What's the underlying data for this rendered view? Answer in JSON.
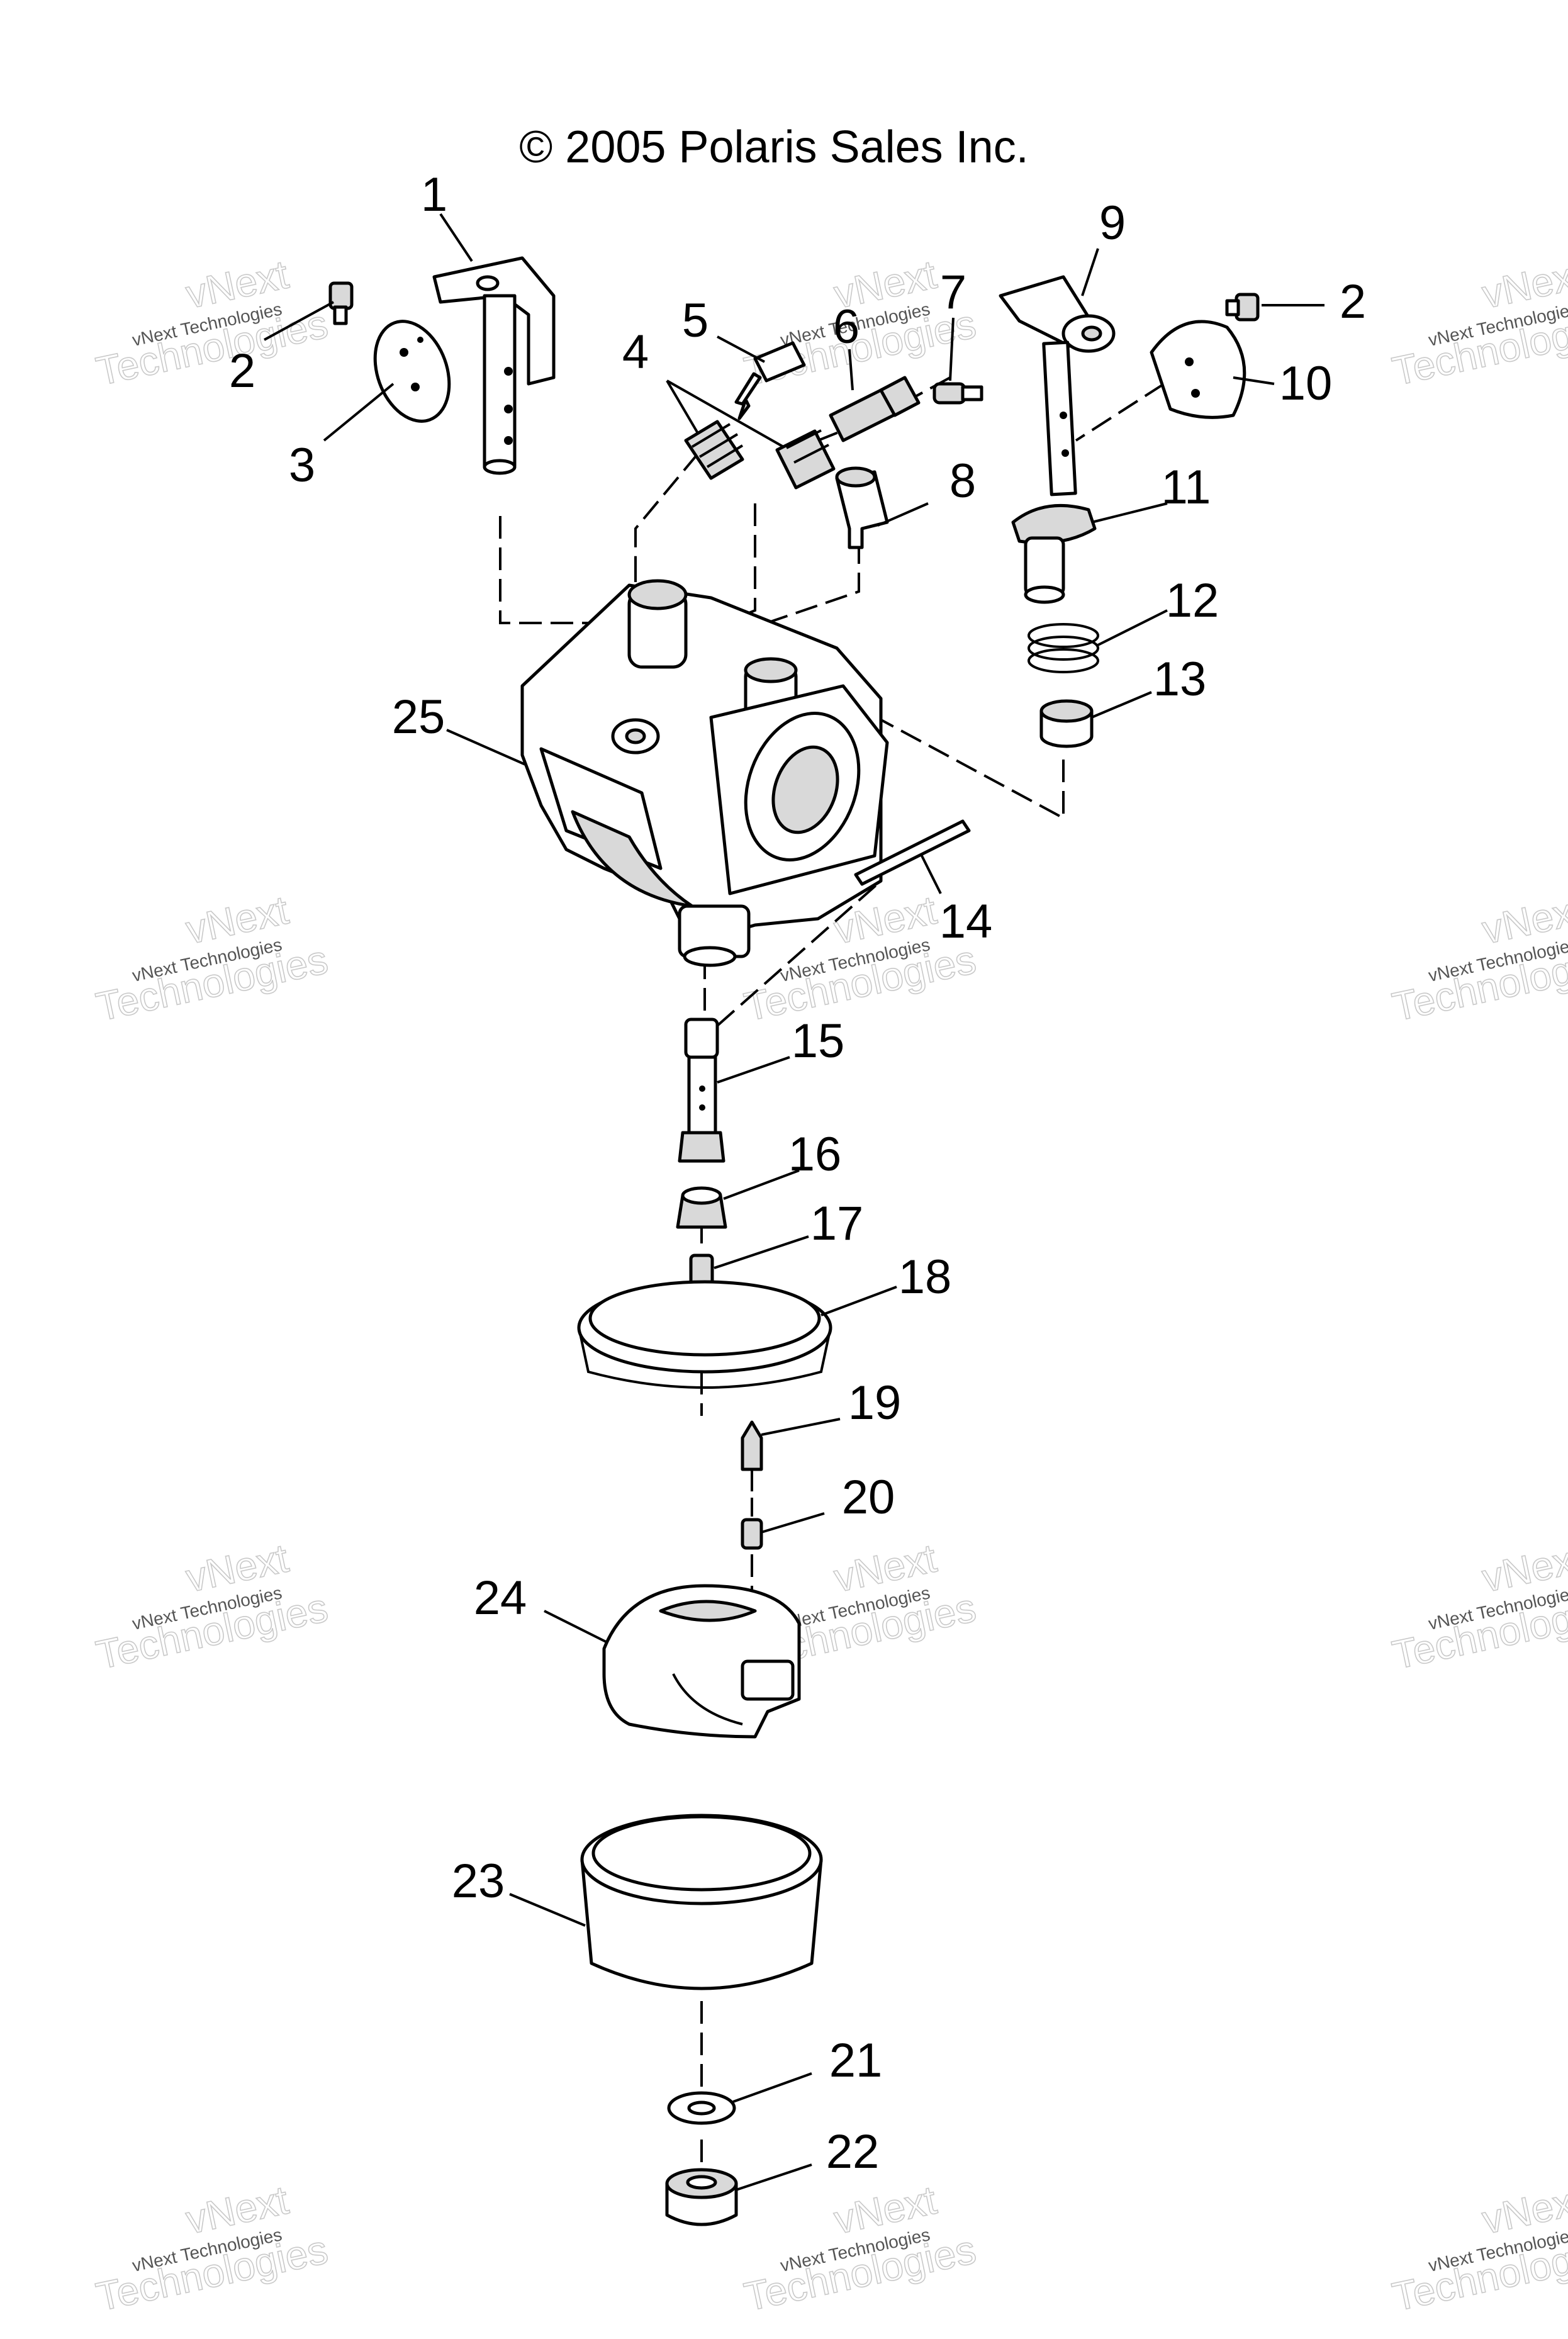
{
  "header": {
    "copyright": "© 2005 Polaris Sales Inc."
  },
  "watermark": {
    "brand_top": "vNext",
    "brand_bottom": "Technologies",
    "caption": "vNext Technologies"
  },
  "callouts": [
    "1",
    "2",
    "2",
    "3",
    "4",
    "5",
    "6",
    "7",
    "8",
    "9",
    "10",
    "11",
    "12",
    "13",
    "14",
    "15",
    "16",
    "17",
    "18",
    "19",
    "20",
    "21",
    "22",
    "23",
    "24",
    "25"
  ]
}
